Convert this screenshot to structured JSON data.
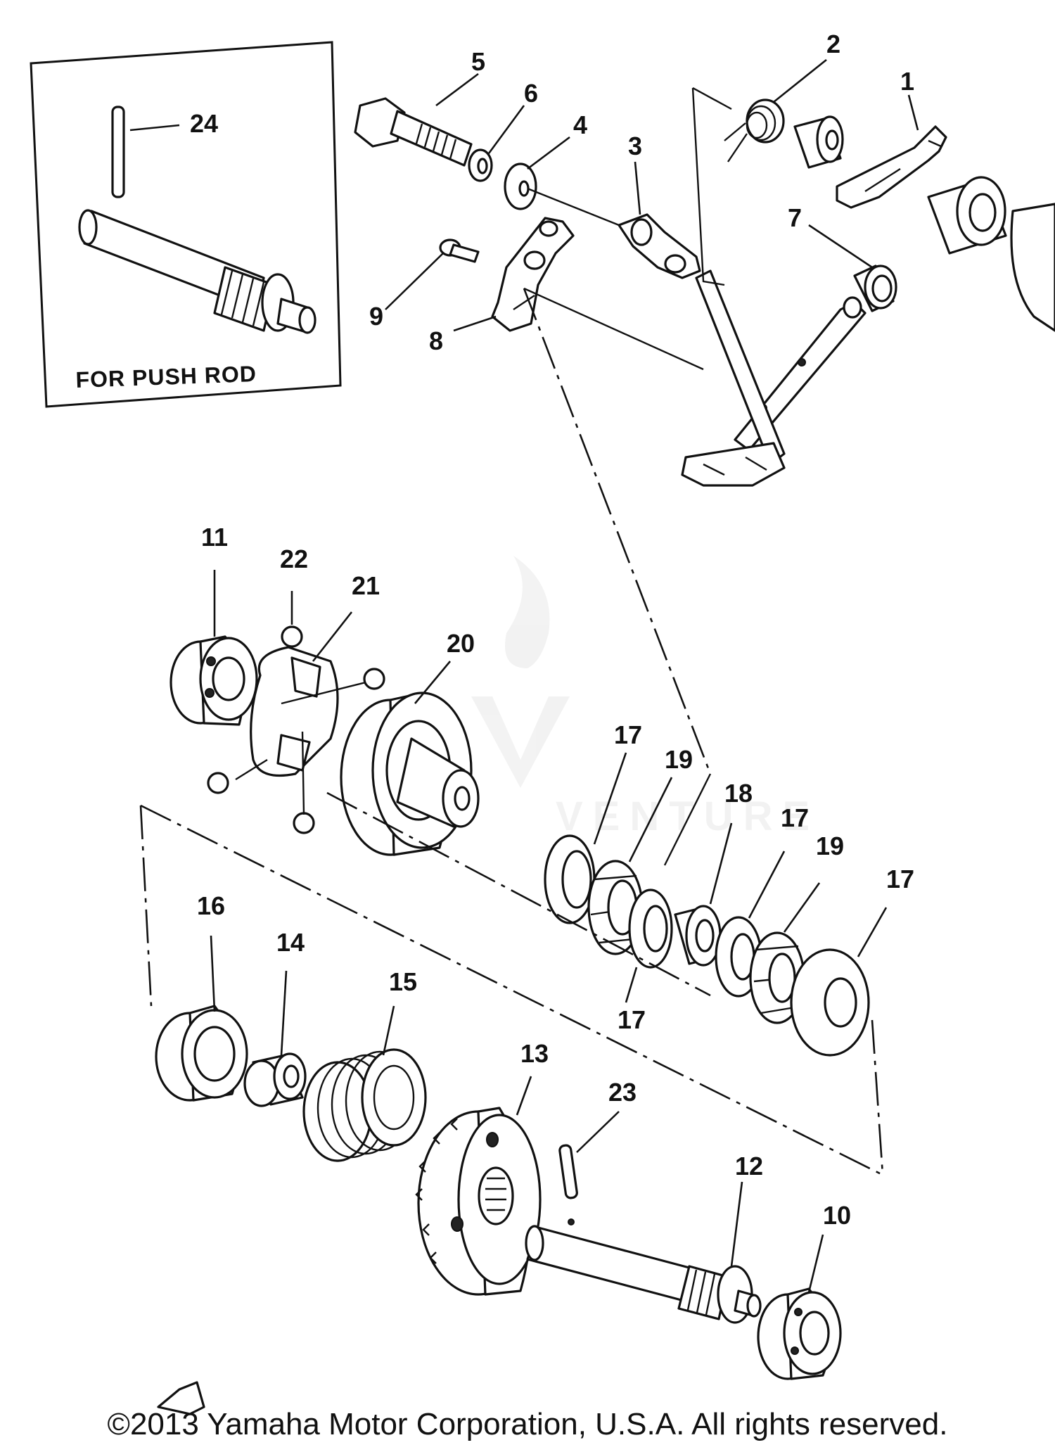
{
  "inset": {
    "label": "FOR PUSH ROD"
  },
  "callouts": [
    "24",
    "5",
    "6",
    "4",
    "3",
    "2",
    "1",
    "7",
    "9",
    "8",
    "11",
    "22",
    "21",
    "20",
    "17",
    "19",
    "18",
    "17",
    "19",
    "17",
    "17",
    "16",
    "14",
    "15",
    "13",
    "23",
    "12",
    "10"
  ],
  "watermark": {
    "text": "VENTURE"
  },
  "footer": {
    "copyright": "©2013 Yamaha Motor Corporation, U.S.A. All rights reserved."
  }
}
